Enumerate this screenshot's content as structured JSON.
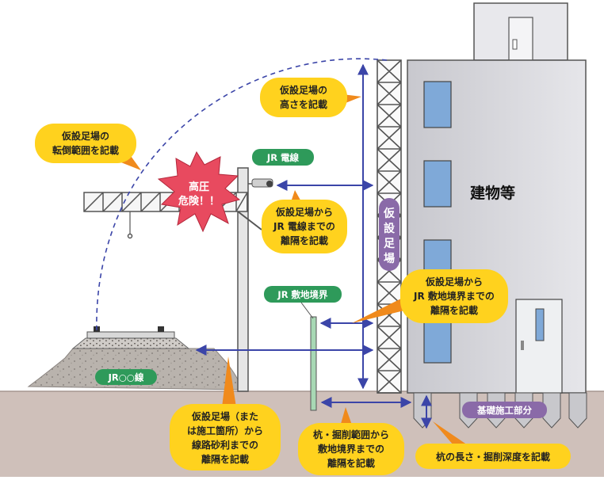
{
  "building_label": "建物等",
  "scaffold_label": [
    "仮",
    "設",
    "足",
    "場"
  ],
  "danger": {
    "line1": "高圧",
    "line2": "危険！！"
  },
  "tags": {
    "jr_wire": "JR 電線",
    "site_boundary": "JR 敷地境界",
    "jr_line": "JR○○線",
    "foundation": "基礎施工部分"
  },
  "callouts": {
    "fall_range": [
      "仮設足場の",
      "転倒範囲を記載"
    ],
    "height": [
      "仮設足場の",
      "高さを記載"
    ],
    "to_wire": [
      "仮設足場から",
      "JR 電線までの",
      "離隔を記載"
    ],
    "to_boundary": [
      "仮設足場から",
      "JR 敷地境界までの",
      "離隔を記載"
    ],
    "to_track": [
      "仮設足場（また",
      "は施工箇所）から",
      "線路砂利までの",
      "離隔を記載"
    ],
    "pile_range": [
      "杭・掘削範囲から",
      "敷地境界までの",
      "離隔を記載"
    ],
    "pile_length": [
      "杭の長さ・掘削深度を記載"
    ]
  },
  "colors": {
    "callout_fill": "#ffd21e",
    "callout_tail": "#f08a1c",
    "green_tag": "#2e9a5a",
    "purple_tag": "#8a6aa8",
    "arrow": "#3b45a8",
    "ground": "#c9b8b2",
    "building": "#dcdce0",
    "window": "#7fa9d8",
    "danger": "#e84a5f"
  }
}
